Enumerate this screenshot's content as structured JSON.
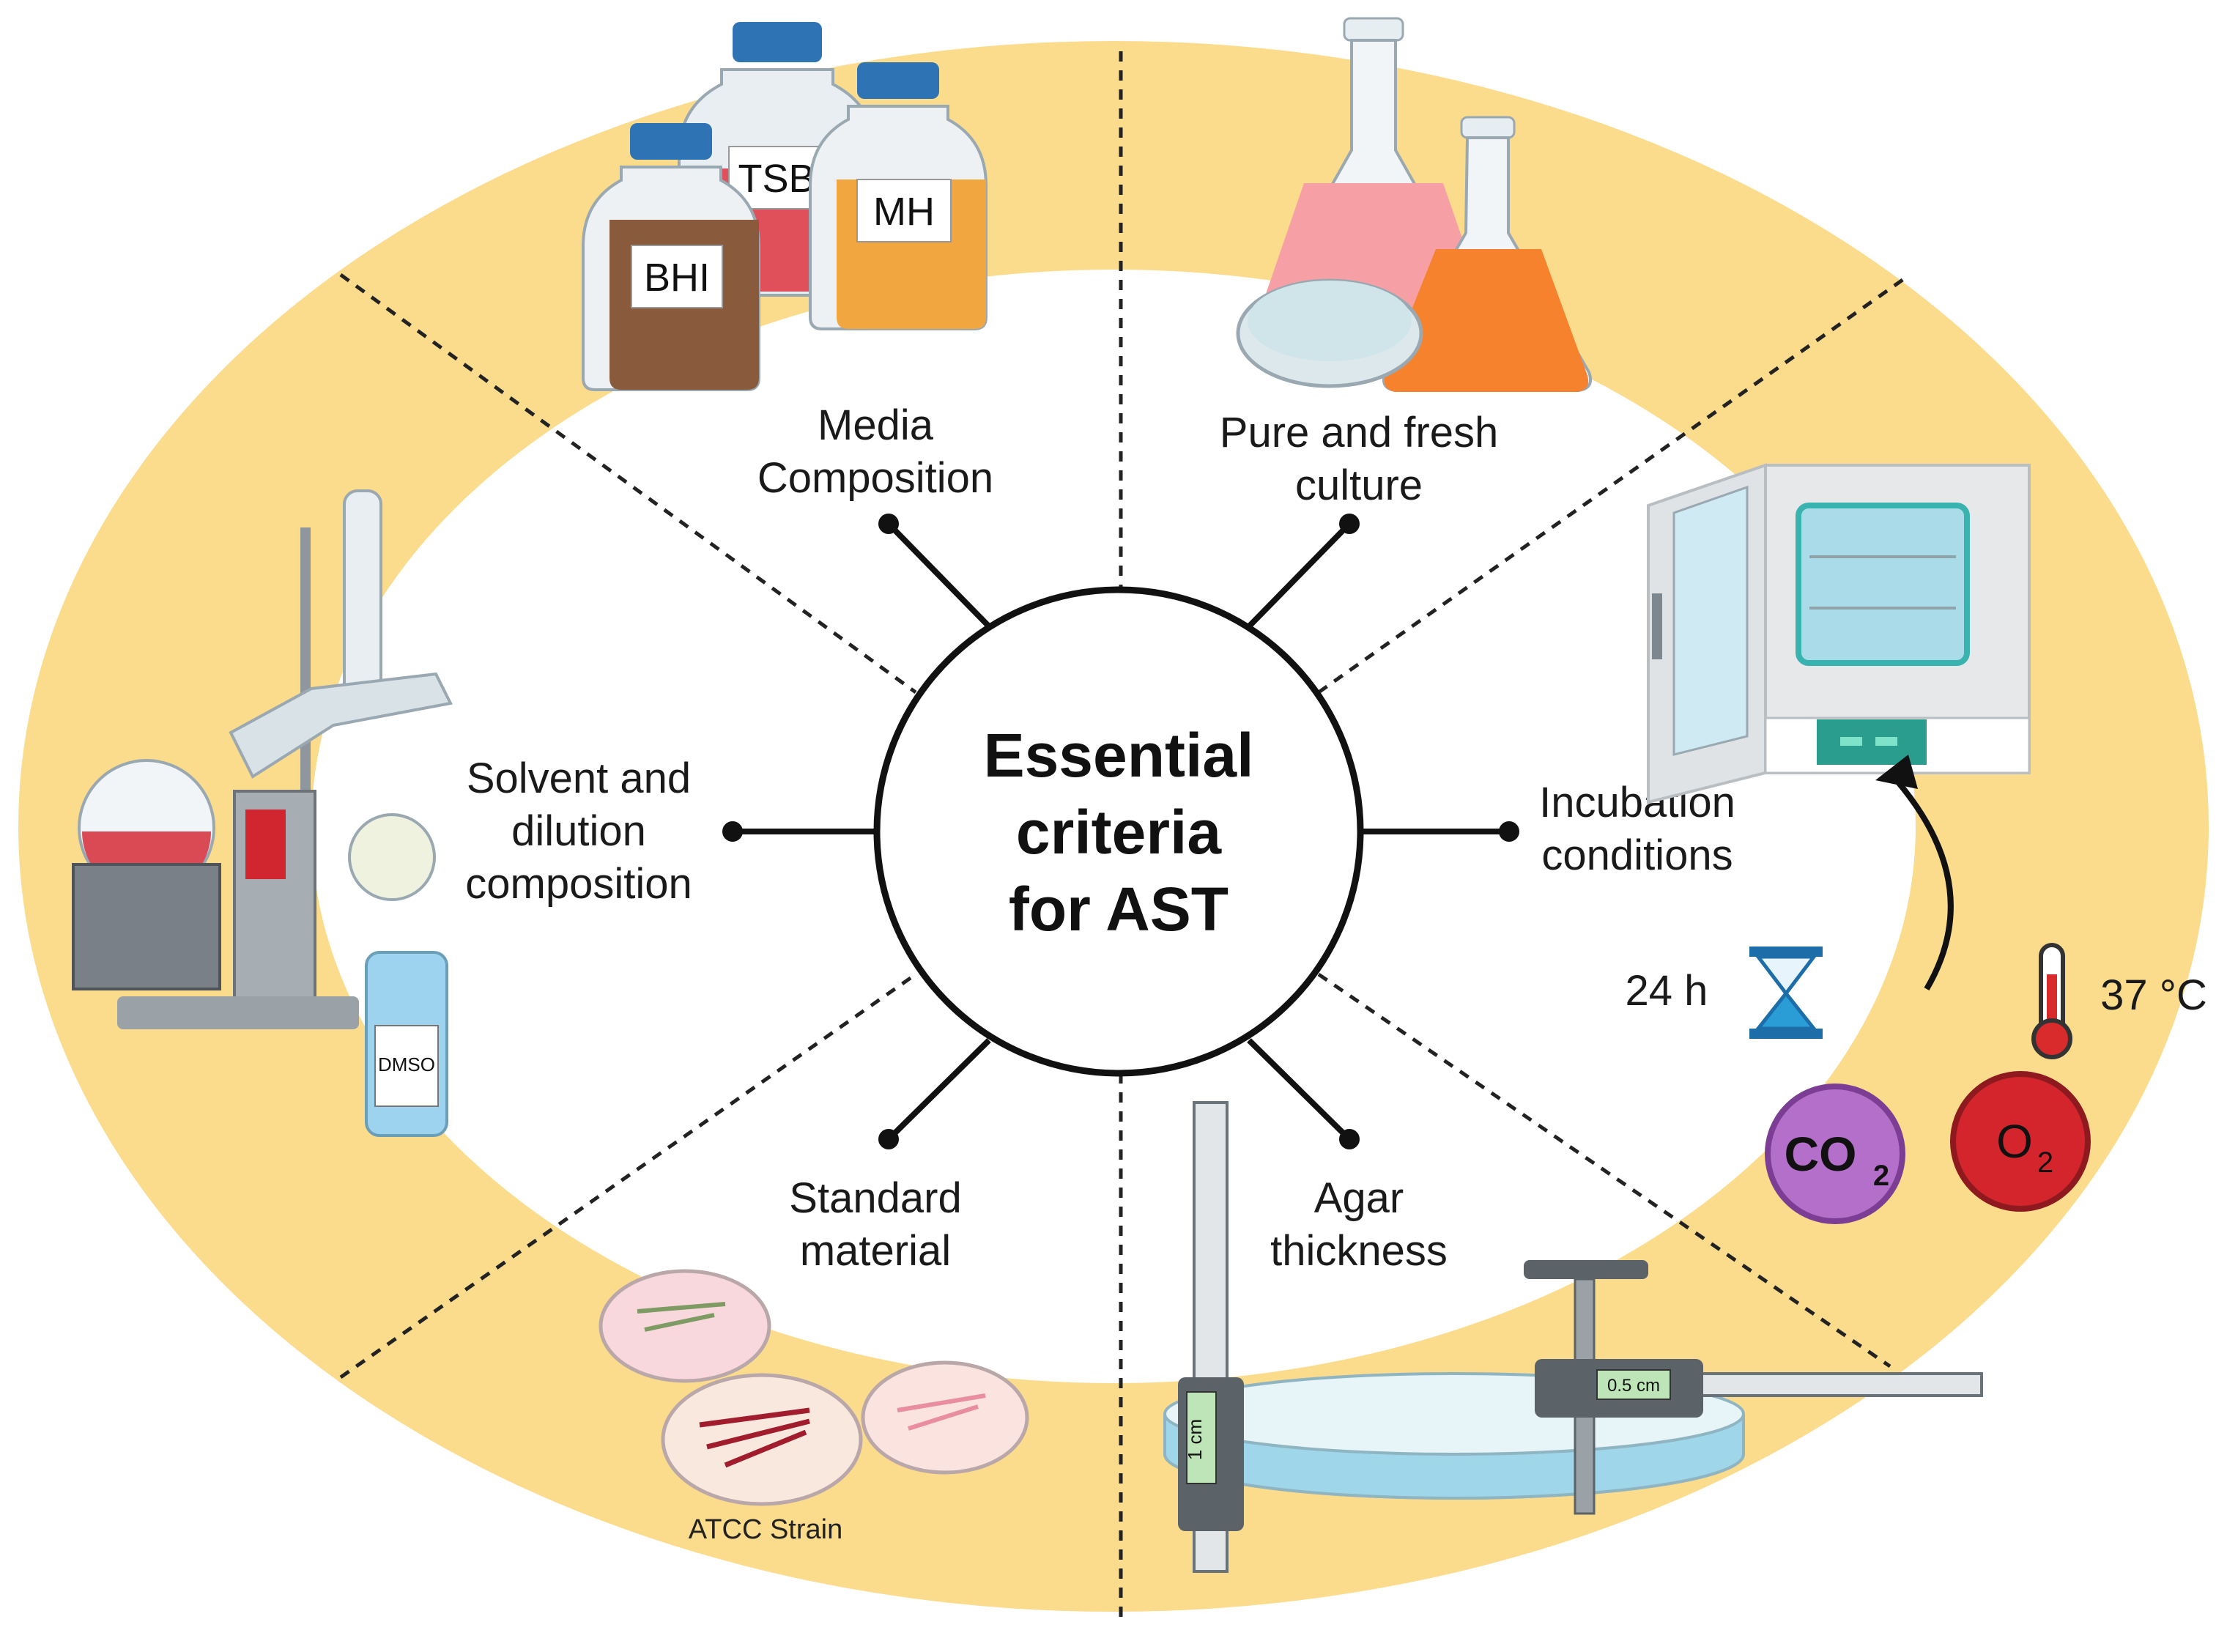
{
  "center": {
    "line1": "Essential",
    "line2": "criteria",
    "line3": "for AST"
  },
  "criteria": {
    "media": {
      "line1": "Media",
      "line2": "Composition"
    },
    "culture": {
      "line1": "Pure and fresh",
      "line2": "culture"
    },
    "incubation": {
      "line1": "Incubation",
      "line2": "conditions"
    },
    "agar": {
      "line1": "Agar",
      "line2": "thickness"
    },
    "standard": {
      "line1": "Standard",
      "line2": "material"
    },
    "solvent": {
      "line1": "Solvent and",
      "line2": "dilution",
      "line3": "composition"
    }
  },
  "media_bottles": {
    "bhi": "BHI",
    "tsb": "TSB",
    "mh": "MH"
  },
  "solvent_bottle": "DMSO",
  "incubation_params": {
    "time": "24 h",
    "temperature": "37 °C",
    "co2": "CO",
    "co2_sub": "2",
    "o2": "O",
    "o2_sub": "2"
  },
  "agar_params": {
    "caliper_left": "1 cm",
    "caliper_right": "0.5 cm"
  },
  "standard_caption": "ATCC Strain",
  "colors": {
    "ring": "#fbdb8c",
    "accent_teal": "#2a9d8f"
  }
}
